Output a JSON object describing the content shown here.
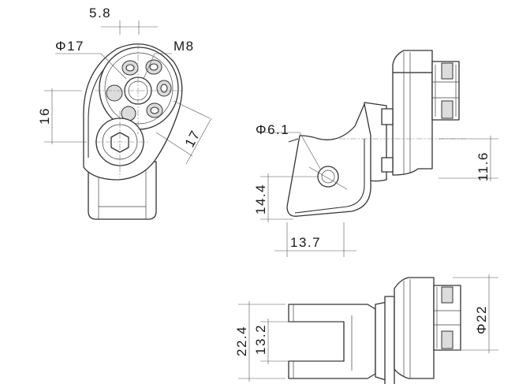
{
  "dimensions": {
    "d_5_8": "5.8",
    "d_phi17": "Φ17",
    "d_m8": "M8",
    "d_16": "16",
    "d_17": "17",
    "d_phi6_1": "Φ6.1",
    "d_11_6": "11.6",
    "d_14_4": "14.4",
    "d_13_7": "13.7",
    "d_22_4": "22.4",
    "d_13_2": "13.2",
    "d_phi22": "Φ22"
  },
  "colors": {
    "line": "#333333",
    "shading": "#dcdcdc",
    "background": "#ffffff"
  }
}
